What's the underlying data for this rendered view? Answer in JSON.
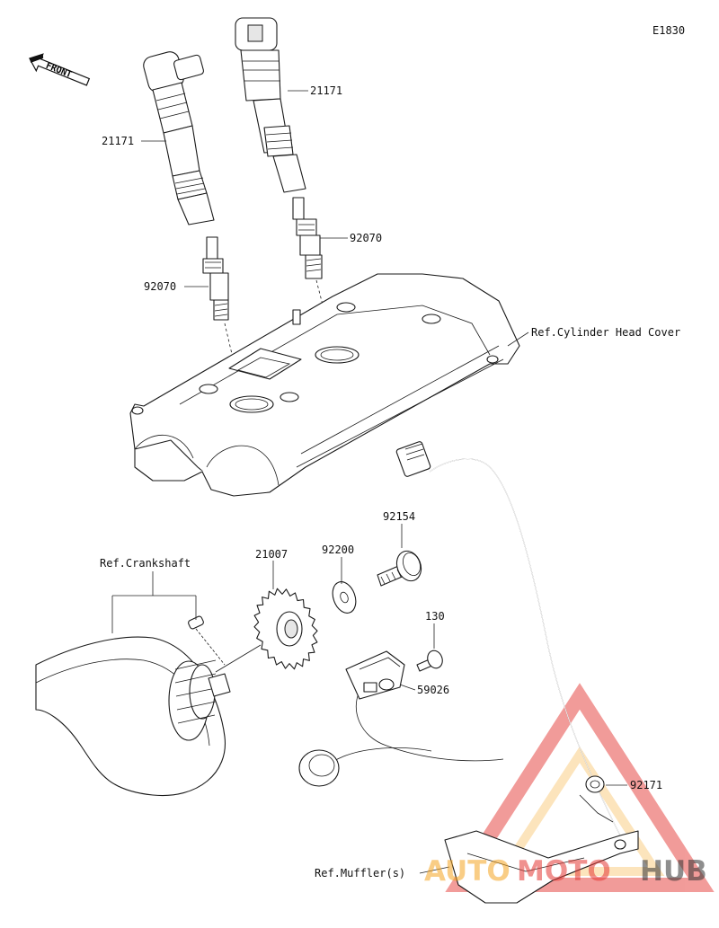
{
  "diagram_code": "E1830",
  "front_label": "FRONT",
  "labels": {
    "coil_left": "21171",
    "coil_right": "21171",
    "plug_left": "92070",
    "plug_right": "92070",
    "cylinder_head_cover": "Ref.Cylinder Head Cover",
    "crankshaft": "Ref.Crankshaft",
    "timing_rotor": "21007",
    "washer": "92200",
    "bolt": "92154",
    "screw": "130",
    "pickup_coil": "59026",
    "clamp": "92171",
    "muffler": "Ref.Muffler(s)"
  },
  "watermark": {
    "part1": "AUTO",
    "part2": "MOTO",
    "part3": "HUB",
    "color1": "#f5a623",
    "color2": "#e53935",
    "color3": "#333333"
  }
}
